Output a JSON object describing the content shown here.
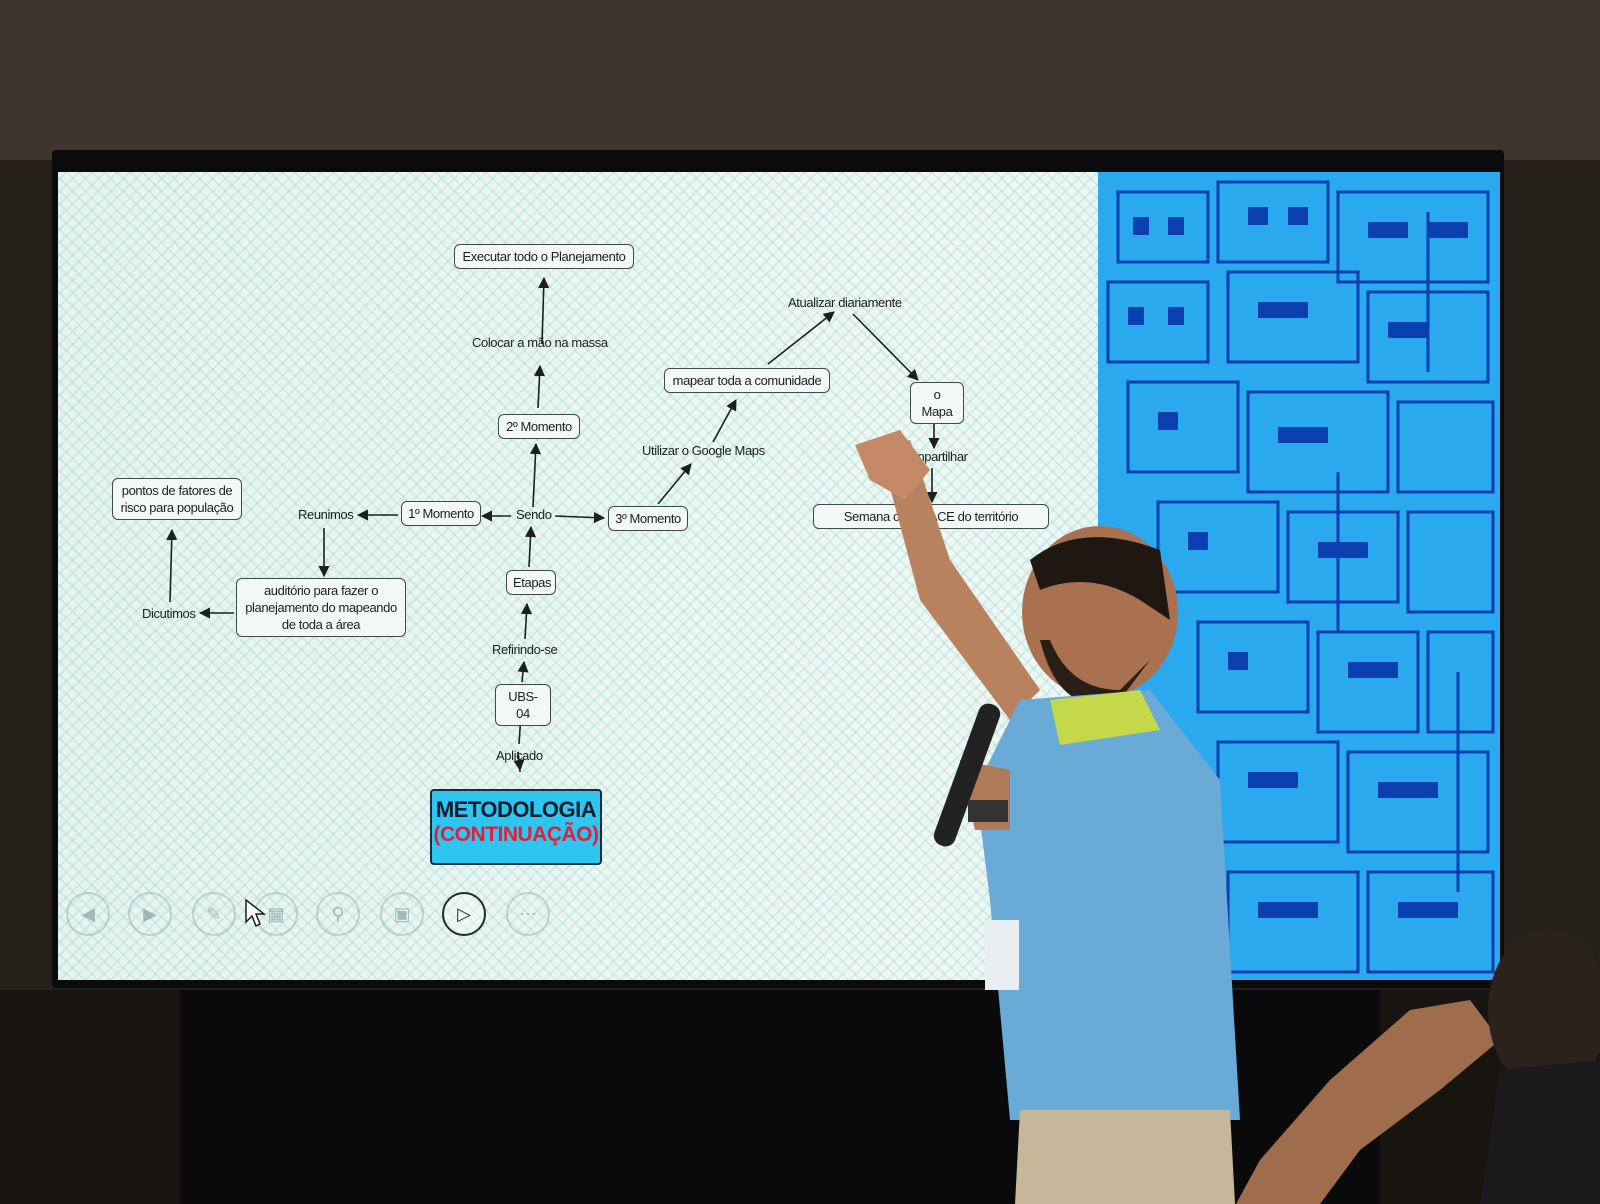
{
  "slide": {
    "nodes": {
      "executar": "Executar todo o Planejamento",
      "colocar": "Colocar a mão na massa",
      "momento2": "2º Momento",
      "atualizar": "Atualizar diariamente",
      "mapear": "mapear toda a comunidade",
      "mapa": "o Mapa",
      "google": "Utilizar o Google Maps",
      "compartilhar": "Compartilhar",
      "pontos": "pontos de fatores de risco para população",
      "reunimos": "Reunimos",
      "momento1": "1º Momento",
      "sendo": "Sendo",
      "momento3": "3º Momento",
      "semana": "Semana com o ACE do território",
      "auditorio": "auditório para fazer o planejamento do mapeando de toda a área",
      "dicutimos": "Dicutimos",
      "etapas": "Etapas",
      "referindo": "Refirindo-se",
      "ubs": "UBS-04",
      "aplicado": "Aplicado"
    },
    "title": {
      "line1": "METODOLOGIA",
      "line2": "(CONTINUAÇÃO)"
    },
    "toolbar": {
      "icons": [
        "previous-icon",
        "next-icon",
        "pen-icon",
        "slides-icon",
        "zoom-icon",
        "subtitles-icon",
        "camera-icon",
        "more-icon"
      ]
    }
  },
  "colors": {
    "slide_background": "#e8f4f1",
    "city_blue": "#2aa9ee",
    "city_line": "#0a3fb0",
    "title_box": "#2fc5f1",
    "title_red": "#e0203a"
  }
}
